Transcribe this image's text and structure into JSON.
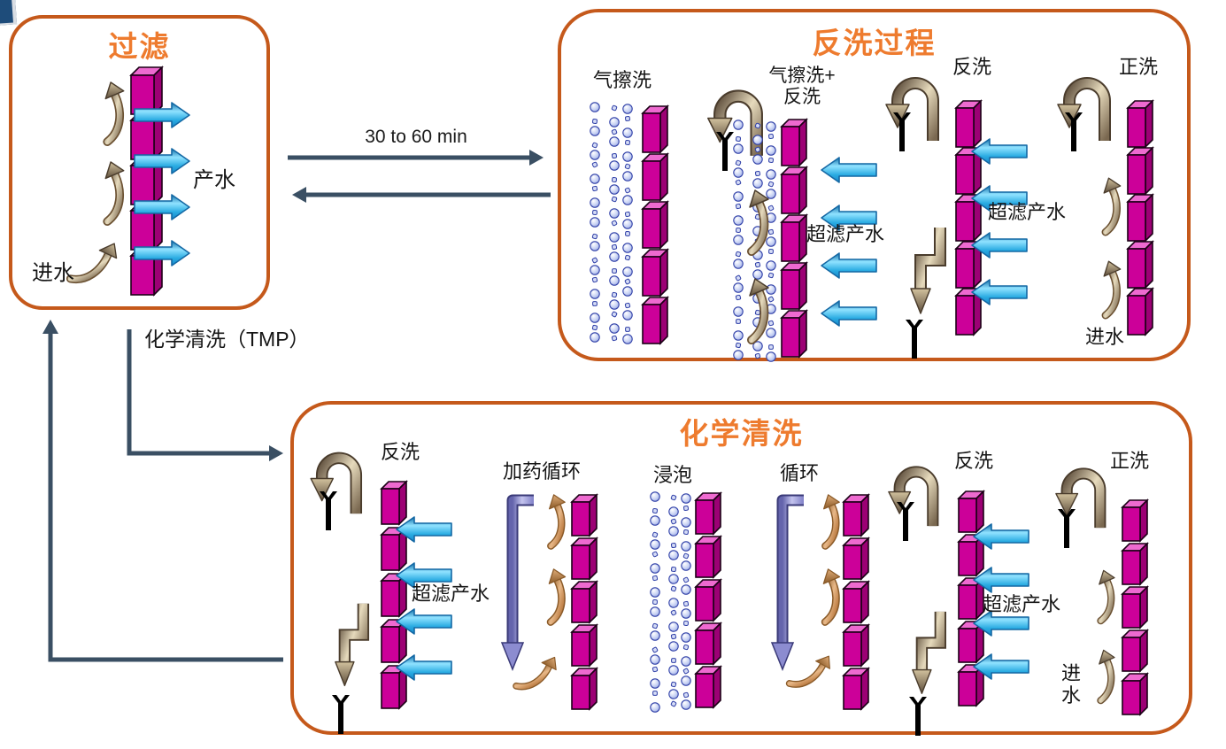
{
  "colors": {
    "box_border": "#C5591B",
    "title_orange": "#EE7B2E",
    "connector_arrow": "#3A4F63",
    "membrane_front": "#CC0099",
    "membrane_top": "#EE6AD0",
    "membrane_side": "#9C0074",
    "product_arrow_blue": "#29ABE2",
    "flow_arrow_bronze": "#8A7660",
    "flow_arrow_copper": "#C07A3A",
    "dosing_pipe_purple": "#8C8CD0",
    "bubble_blue": "#8E9EE0",
    "valve_black": "#000000"
  },
  "connectors": {
    "to_backwash_label": "30 to 60 min",
    "to_chemical_label": "化学清洗（TMP）"
  },
  "filtration": {
    "title": "过滤",
    "product_label": "产水",
    "feed_label": "进水"
  },
  "backwash": {
    "title": "反洗过程",
    "sections": {
      "air_scrub": {
        "label": "气擦洗"
      },
      "air_scrub_backwash": {
        "label_line1": "气擦洗+",
        "label_line2": "反洗",
        "product_label": "超滤产水"
      },
      "backwash": {
        "label": "反洗",
        "product_label": "超滤产水"
      },
      "forward_flush": {
        "label": "正洗",
        "feed_label": "进水"
      }
    }
  },
  "chemical": {
    "title": "化学清洗",
    "sections": {
      "backwash1": {
        "label": "反洗",
        "product_label": "超滤产水"
      },
      "dosing_cycle": {
        "label": "加药循环"
      },
      "soak": {
        "label": "浸泡"
      },
      "cycle": {
        "label": "循环"
      },
      "backwash2": {
        "label": "反洗",
        "product_label": "超滤产水"
      },
      "forward_flush": {
        "label": "正洗",
        "feed_label_line1": "进",
        "feed_label_line2": "水"
      }
    }
  }
}
